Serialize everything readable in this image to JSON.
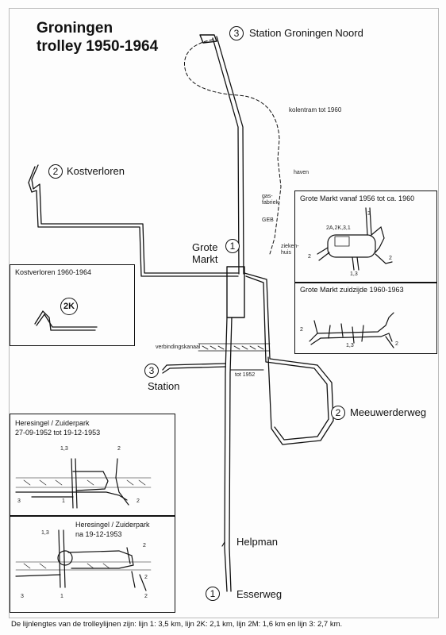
{
  "title": {
    "line1": "Groningen",
    "line2": "trolley 1950-1964"
  },
  "stops": {
    "station_noord": {
      "num": "3",
      "label": "Station Groningen Noord"
    },
    "kostverloren": {
      "num": "2",
      "label": "Kostverloren"
    },
    "grote_markt": {
      "num": "1",
      "label_line1": "Grote",
      "label_line2": "Markt"
    },
    "station": {
      "num": "3",
      "label": "Station"
    },
    "meeuwerderweg": {
      "num": "2",
      "label": "Meeuwerderweg"
    },
    "helpman": {
      "label": "Helpman"
    },
    "esserweg": {
      "num": "1",
      "label": "Esserweg"
    }
  },
  "annotations": {
    "kolentram": "kolentram tot 1960",
    "haven": "haven",
    "gasfabriek_line1": "gas-",
    "gasfabriek_line2": "fabriek",
    "geb": "GEB",
    "ziekenhuis_line1": "zieken-",
    "ziekenhuis_line2": "huis",
    "verbindingskanaal": "verbindingskanaal",
    "tot1952": "tot 1952"
  },
  "insets": {
    "kostverloren": {
      "caption": "Kostverloren 1960-1964",
      "badge": "2K"
    },
    "gm1956": {
      "caption": "Grote Markt vanaf 1956 tot ca. 1960",
      "l3": "3",
      "l2a": "2",
      "l2b": "2",
      "l13": "1,3",
      "box": "2A,2K,3,1"
    },
    "gmzuid": {
      "caption": "Grote Markt zuidzijde 1960-1963",
      "l2a": "2",
      "l2b": "2",
      "l13": "1,3"
    },
    "heres1": {
      "caption1": "Heresingel / Zuiderpark",
      "caption2": "27-09-1952 tot 19-12-1953",
      "l13": "1,3",
      "l2top": "2",
      "l3": "3",
      "l1": "1",
      "l2": "2"
    },
    "heres2": {
      "caption1": "Heresingel / Zuiderpark",
      "caption2": "na 19-12-1953",
      "l13": "1,3",
      "l2top": "2",
      "l2mid": "2",
      "l3": "3",
      "l1": "1",
      "l2": "2"
    }
  },
  "footer": "De lijnlengtes van de trolleylijnen zijn: lijn 1: 3,5 km, lijn 2K: 2,1 km, lijn 2M: 1,6 km en lijn 3: 2,7 km."
}
